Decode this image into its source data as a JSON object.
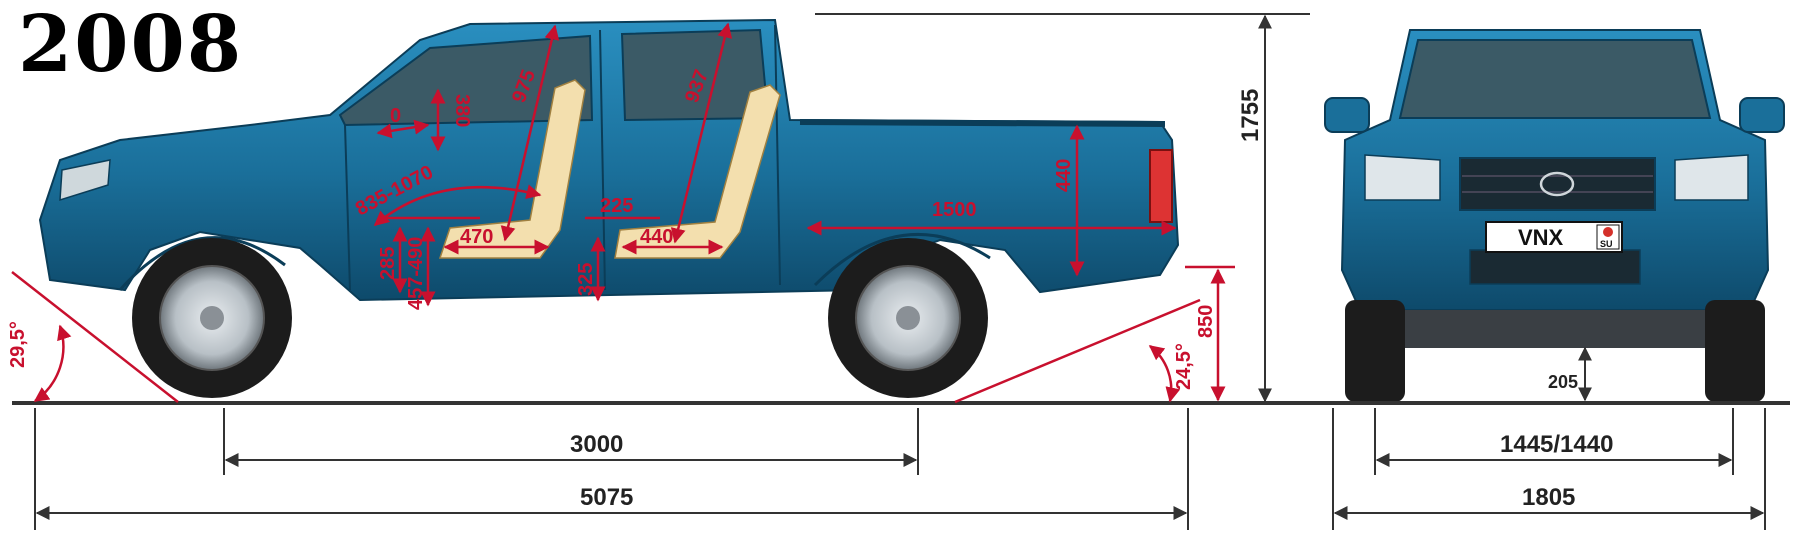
{
  "title": "2008",
  "colors": {
    "body": "#1f7aa8",
    "body_dark": "#0f4f72",
    "dim_red": "#c8102e",
    "seat": "#f3dfae",
    "line": "#333333"
  },
  "side_view": {
    "overall_length": "5075",
    "wheelbase": "3000",
    "height": "1755",
    "approach_angle": "29,5°",
    "departure_angle": "24,5°",
    "rear_load_height": "850",
    "bed_length": "1500",
    "bed_depth": "440",
    "front_headroom": "975",
    "rear_headroom": "937",
    "steering_wheel_dist": "380",
    "steering_adjust": "0",
    "front_seat_travel": "835-1070",
    "front_seat_depth": "470",
    "rear_seat_depth": "440",
    "rear_seat_offset": "225",
    "front_seat_height_floor": "285",
    "front_seat_height_range": "457-490",
    "rear_seat_height": "325"
  },
  "front_view": {
    "overall_width": "1805",
    "track": "1445/1440",
    "ground_clearance": "205",
    "plate_text": "VNX",
    "plate_badge": "SU"
  }
}
